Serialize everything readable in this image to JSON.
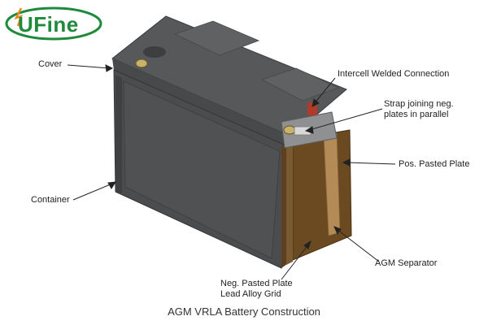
{
  "logo": {
    "text": "UFine"
  },
  "labels": {
    "cover": "Cover",
    "container": "Container",
    "intercell": "Intercell Welded Connection",
    "strap_line1": "Strap joining neg.",
    "strap_line2": "plates in parallel",
    "pos_plate": "Pos. Pasted Plate",
    "agm_separator": "AGM Separator",
    "neg_plate_line1": "Neg. Pasted Plate",
    "neg_plate_line2": "Lead Alloy Grid"
  },
  "caption": "AGM VRLA Battery Construction",
  "colors": {
    "brand_green": "#1f8a3c",
    "housing": "#4a4c4e",
    "housing_dark": "#36383a",
    "housing_light": "#5b5d5f",
    "plate_brown": "#6b4a22",
    "separator_tan": "#b48b57"
  }
}
